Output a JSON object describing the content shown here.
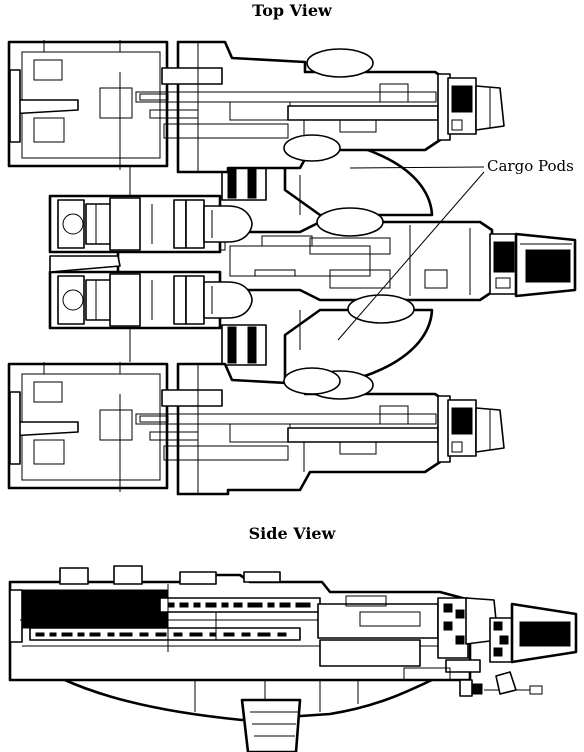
{
  "titles": {
    "top_view": "Top View",
    "side_view": "Side View"
  },
  "callouts": {
    "cargo_pods": "Cargo Pods"
  }
}
